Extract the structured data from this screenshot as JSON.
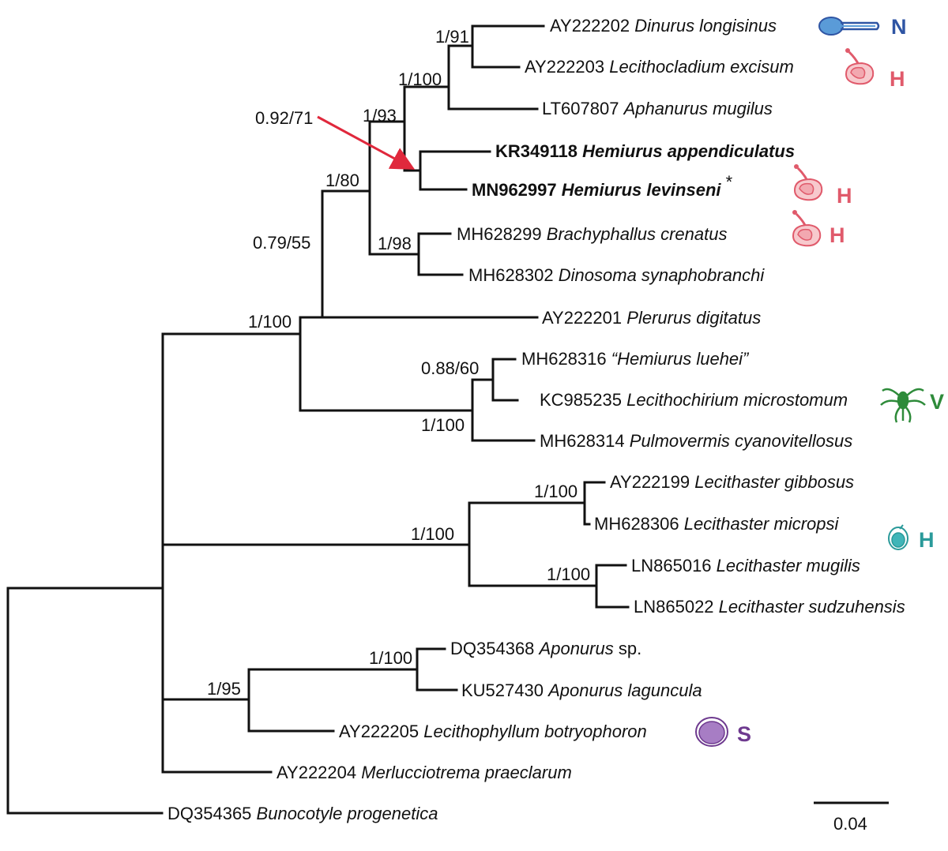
{
  "colors": {
    "N": "#2f55a4",
    "H_red": "#e05a6b",
    "H_teal": "#2a9a9a",
    "V": "#2e8b3a",
    "S": "#6e3a8f",
    "arrow": "#e0283c"
  },
  "taxa": [
    {
      "id": "dinurus",
      "accession": "AY222202",
      "name": "Dinurus longisinus",
      "bold": false
    },
    {
      "id": "lecithocladium",
      "accession": "AY222203",
      "name": "Lecithocladium excisum",
      "bold": false
    },
    {
      "id": "aphanurus",
      "accession": "LT607807",
      "name": "Aphanurus mugilus",
      "bold": false
    },
    {
      "id": "hem-app",
      "accession": "KR349118",
      "name": "Hemiurus appendiculatus",
      "bold": true
    },
    {
      "id": "hem-lev",
      "accession": "MN962997",
      "name": "Hemiurus levinseni",
      "bold": true,
      "mark": "*"
    },
    {
      "id": "brachyphallus",
      "accession": "MH628299",
      "name": "Brachyphallus crenatus",
      "bold": false
    },
    {
      "id": "dinosoma",
      "accession": "MH628302",
      "name": "Dinosoma synaphobranchi",
      "bold": false
    },
    {
      "id": "plerurus",
      "accession": "AY222201",
      "name": "Plerurus digitatus",
      "bold": false
    },
    {
      "id": "hem-luehei",
      "accession": "MH628316",
      "name": "“Hemiurus luehei”",
      "bold": false
    },
    {
      "id": "lecithochirium",
      "accession": "KC985235",
      "name": "Lecithochirium microstomum",
      "bold": false
    },
    {
      "id": "pulmovermis",
      "accession": "MH628314",
      "name": "Pulmovermis cyanovitellosus",
      "bold": false
    },
    {
      "id": "lec-gib",
      "accession": "AY222199",
      "name": "Lecithaster gibbosus",
      "bold": false
    },
    {
      "id": "lec-mic",
      "accession": "MH628306",
      "name": "Lecithaster micropsi",
      "bold": false
    },
    {
      "id": "lec-mug",
      "accession": "LN865016",
      "name": "Lecithaster mugilis",
      "bold": false
    },
    {
      "id": "lec-sud",
      "accession": "LN865022",
      "name": "Lecithaster sudzuhensis",
      "bold": false
    },
    {
      "id": "apon-sp",
      "accession": "DQ354368",
      "name": "Aponurus",
      "suffix": " sp.",
      "bold": false
    },
    {
      "id": "apon-lag",
      "accession": "KU527430",
      "name": "Aponurus laguncula",
      "bold": false
    },
    {
      "id": "lecithophyllum",
      "accession": "AY222205",
      "name": "Lecithophyllum botryophoron",
      "bold": false
    },
    {
      "id": "merluccio",
      "accession": "AY222204",
      "name": "Merlucciotrema praeclarum",
      "bold": false
    },
    {
      "id": "bunocotyle",
      "accession": "DQ354365",
      "name": "Bunocotyle progenetica",
      "bold": false
    }
  ],
  "support_values": [
    "1/91",
    "1/100",
    "1/93",
    "0.92/71",
    "1/80",
    "1/98",
    "0.79/55",
    "1/100",
    "0.88/60",
    "1/100",
    "1/100",
    "1/100",
    "1/100",
    "1/100",
    "1/95"
  ],
  "host_markers": [
    {
      "id": "N",
      "letter": "N",
      "icon": "elongate-body-icon"
    },
    {
      "id": "H1",
      "letter": "H",
      "icon": "hemiurid-body-icon"
    },
    {
      "id": "H2",
      "letter": "H",
      "icon": "hemiurid-body-icon"
    },
    {
      "id": "H3",
      "letter": "H",
      "icon": "hemiurid-body-icon"
    },
    {
      "id": "V",
      "letter": "V",
      "icon": "copepod-icon"
    },
    {
      "id": "H4",
      "letter": "H",
      "icon": "round-body-icon"
    },
    {
      "id": "S",
      "letter": "S",
      "icon": "sac-body-icon"
    }
  ],
  "scale_bar": {
    "label": "0.04"
  }
}
